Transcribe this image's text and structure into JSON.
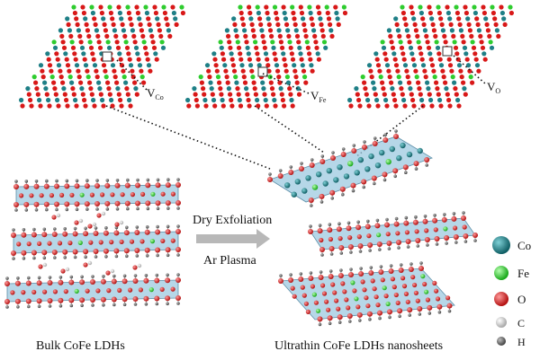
{
  "vacancy_panels": [
    {
      "main": "V",
      "sub": "Co"
    },
    {
      "main": "V",
      "sub": "Fe"
    },
    {
      "main": "V",
      "sub": "O"
    }
  ],
  "process": {
    "step1": "Dry Exfoliation",
    "step2": "Ar Plasma"
  },
  "captions": {
    "bulk": "Bulk CoFe LDHs",
    "nanosheets": "Ultrathin CoFe LDHs nanosheets"
  },
  "legend": [
    {
      "label": "Co",
      "color": "#1e7f86"
    },
    {
      "label": "Fe",
      "color": "#2ecc2e"
    },
    {
      "label": "O",
      "color": "#d81818"
    },
    {
      "label": "C",
      "color": "#d9d9d9"
    },
    {
      "label": "H",
      "color": "#6f6f6f"
    }
  ],
  "colors": {
    "octahedra": "#9dc9e0",
    "arrow": "#b8b8b8",
    "dots_line": "#111111"
  }
}
